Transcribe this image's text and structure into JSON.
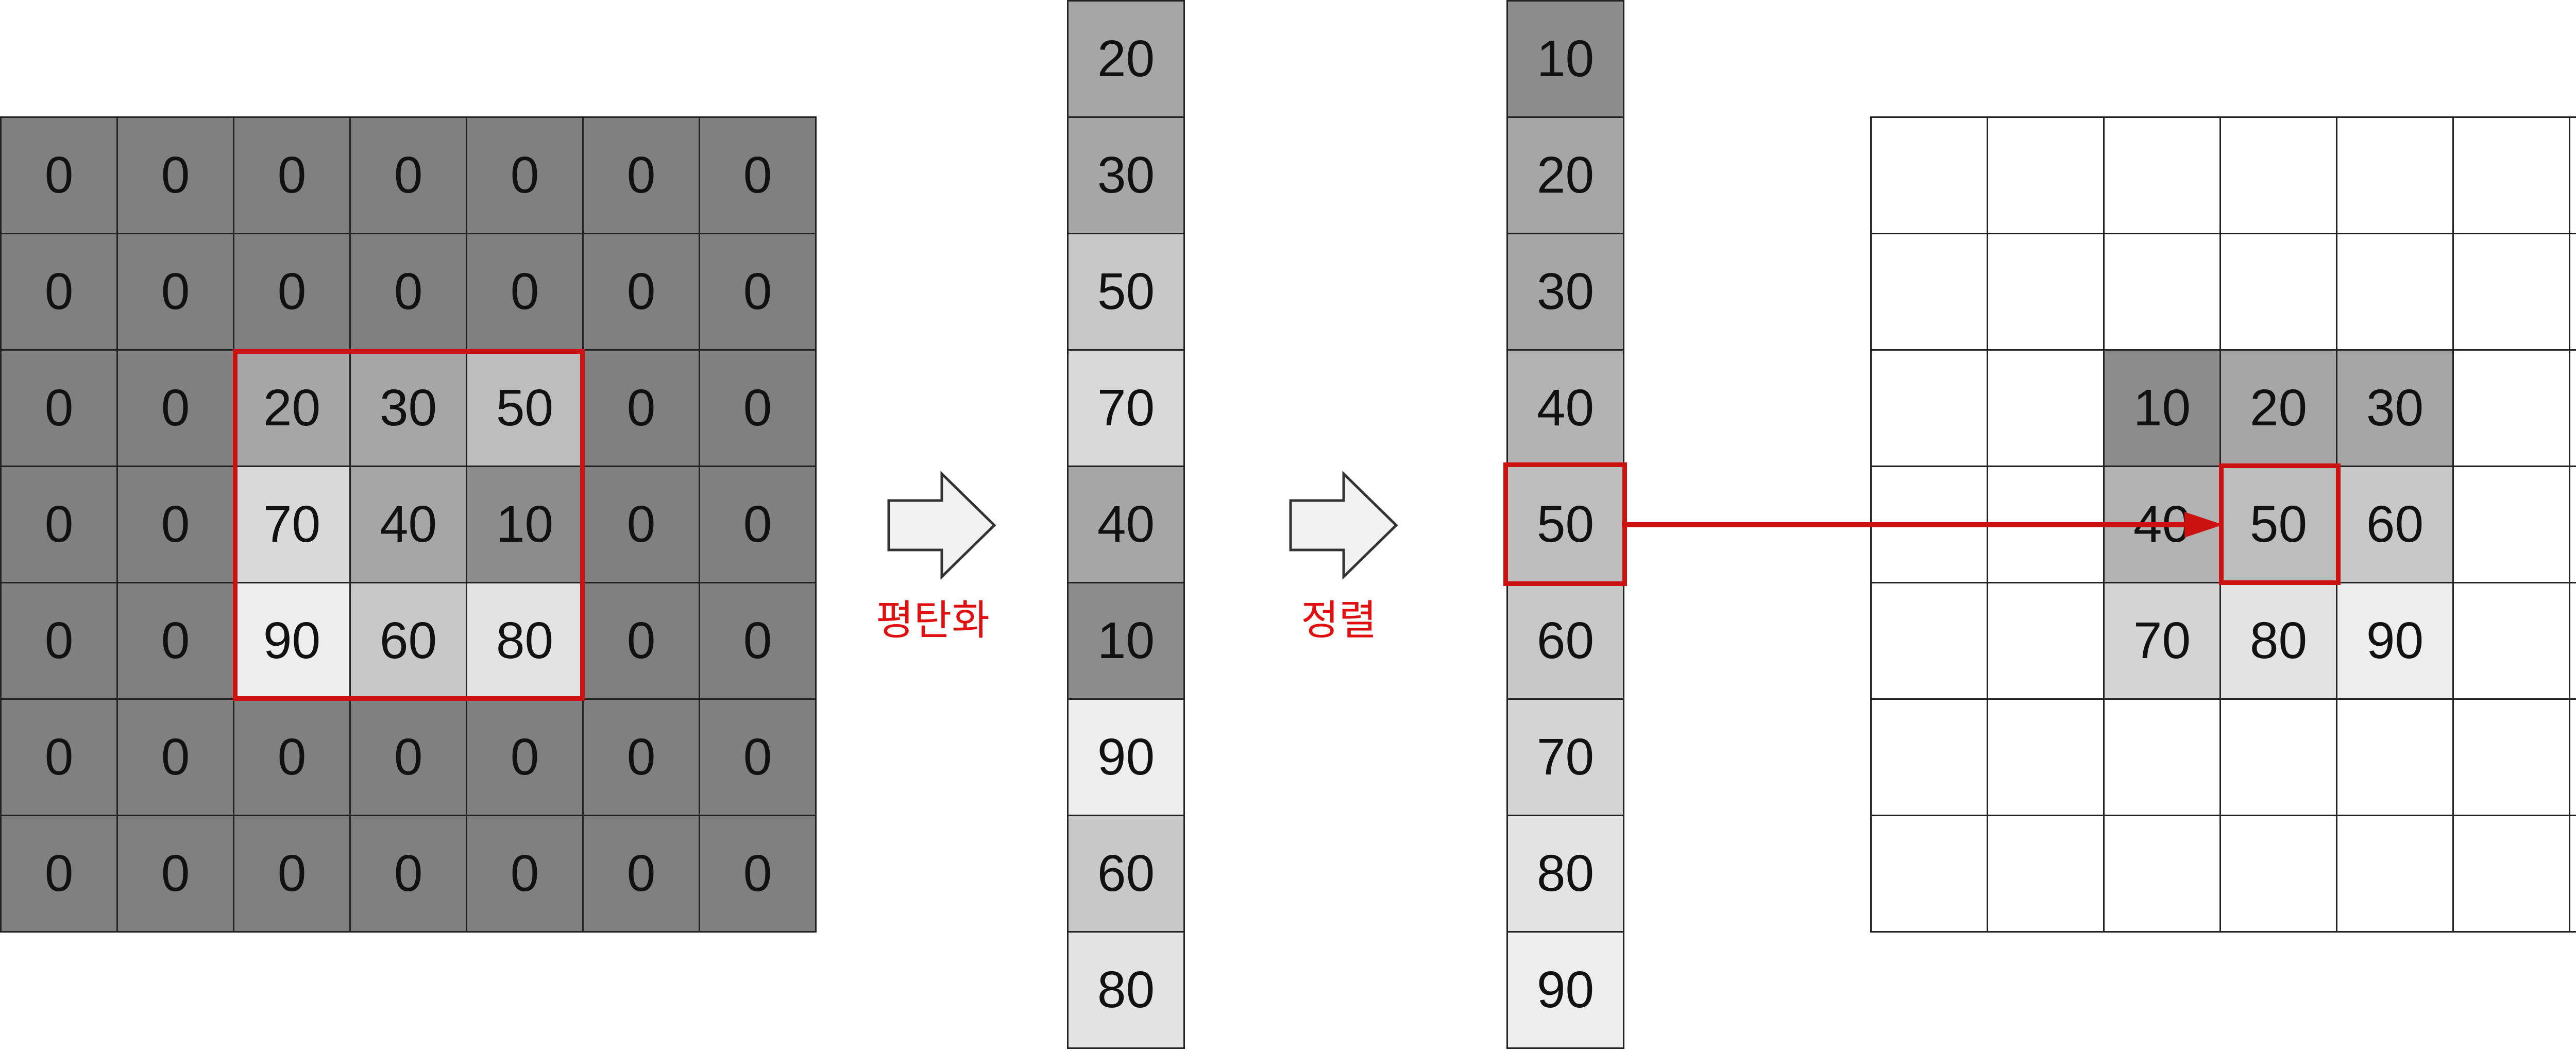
{
  "colors": {
    "highlight": "#cc1111",
    "label_text": "#e01010",
    "zero_cell": "#808080",
    "grid_line": "#222222",
    "empty_cell": "#ffffff"
  },
  "input_matrix": [
    [
      "0",
      "0",
      "0",
      "0",
      "0",
      "0",
      "0"
    ],
    [
      "0",
      "0",
      "0",
      "0",
      "0",
      "0",
      "0"
    ],
    [
      "0",
      "0",
      "20",
      "30",
      "50",
      "0",
      "0"
    ],
    [
      "0",
      "0",
      "70",
      "40",
      "10",
      "0",
      "0"
    ],
    [
      "0",
      "0",
      "90",
      "60",
      "80",
      "0",
      "0"
    ],
    [
      "0",
      "0",
      "0",
      "0",
      "0",
      "0",
      "0"
    ],
    [
      "0",
      "0",
      "0",
      "0",
      "0",
      "0",
      "0"
    ]
  ],
  "input_shades": [
    [
      "#808080",
      "#808080",
      "#808080",
      "#808080",
      "#808080",
      "#808080",
      "#808080"
    ],
    [
      "#808080",
      "#808080",
      "#808080",
      "#808080",
      "#808080",
      "#808080",
      "#808080"
    ],
    [
      "#808080",
      "#808080",
      "#a6a6a6",
      "#a6a6a6",
      "#bdbdbd",
      "#808080",
      "#808080"
    ],
    [
      "#808080",
      "#808080",
      "#d9d9d9",
      "#a6a6a6",
      "#8c8c8c",
      "#808080",
      "#808080"
    ],
    [
      "#808080",
      "#808080",
      "#ededed",
      "#c8c8c8",
      "#e3e3e3",
      "#808080",
      "#808080"
    ],
    [
      "#808080",
      "#808080",
      "#808080",
      "#808080",
      "#808080",
      "#808080",
      "#808080"
    ],
    [
      "#808080",
      "#808080",
      "#808080",
      "#808080",
      "#808080",
      "#808080",
      "#808080"
    ]
  ],
  "flatten_label": "평탄화",
  "flattened": [
    "20",
    "30",
    "50",
    "70",
    "40",
    "10",
    "90",
    "60",
    "80"
  ],
  "flattened_shades": [
    "#a6a6a6",
    "#a6a6a6",
    "#c8c8c8",
    "#d9d9d9",
    "#a6a6a6",
    "#8c8c8c",
    "#ededed",
    "#c8c8c8",
    "#e3e3e3"
  ],
  "sort_label": "정렬",
  "sorted": [
    "10",
    "20",
    "30",
    "40",
    "50",
    "60",
    "70",
    "80",
    "90"
  ],
  "sorted_shades": [
    "#8c8c8c",
    "#a6a6a6",
    "#a6a6a6",
    "#b3b3b3",
    "#bdbdbd",
    "#c8c8c8",
    "#d4d4d4",
    "#e3e3e3",
    "#ededed"
  ],
  "output_matrix": [
    [
      "",
      "",
      "",
      "",
      "",
      "",
      ""
    ],
    [
      "",
      "",
      "",
      "",
      "",
      "",
      ""
    ],
    [
      "",
      "",
      "10",
      "20",
      "30",
      "",
      ""
    ],
    [
      "",
      "",
      "40",
      "50",
      "60",
      "",
      ""
    ],
    [
      "",
      "",
      "70",
      "80",
      "90",
      "",
      ""
    ],
    [
      "",
      "",
      "",
      "",
      "",
      "",
      ""
    ],
    [
      "",
      "",
      "",
      "",
      "",
      "",
      ""
    ]
  ],
  "output_shades": [
    [
      "#ffffff",
      "#ffffff",
      "#ffffff",
      "#ffffff",
      "#ffffff",
      "#ffffff",
      "#ffffff"
    ],
    [
      "#ffffff",
      "#ffffff",
      "#ffffff",
      "#ffffff",
      "#ffffff",
      "#ffffff",
      "#ffffff"
    ],
    [
      "#ffffff",
      "#ffffff",
      "#8c8c8c",
      "#a6a6a6",
      "#a6a6a6",
      "#ffffff",
      "#ffffff"
    ],
    [
      "#ffffff",
      "#ffffff",
      "#b3b3b3",
      "#bdbdbd",
      "#c8c8c8",
      "#ffffff",
      "#ffffff"
    ],
    [
      "#ffffff",
      "#ffffff",
      "#d4d4d4",
      "#e3e3e3",
      "#ededed",
      "#ffffff",
      "#ffffff"
    ],
    [
      "#ffffff",
      "#ffffff",
      "#ffffff",
      "#ffffff",
      "#ffffff",
      "#ffffff",
      "#ffffff"
    ],
    [
      "#ffffff",
      "#ffffff",
      "#ffffff",
      "#ffffff",
      "#ffffff",
      "#ffffff",
      "#ffffff"
    ]
  ]
}
